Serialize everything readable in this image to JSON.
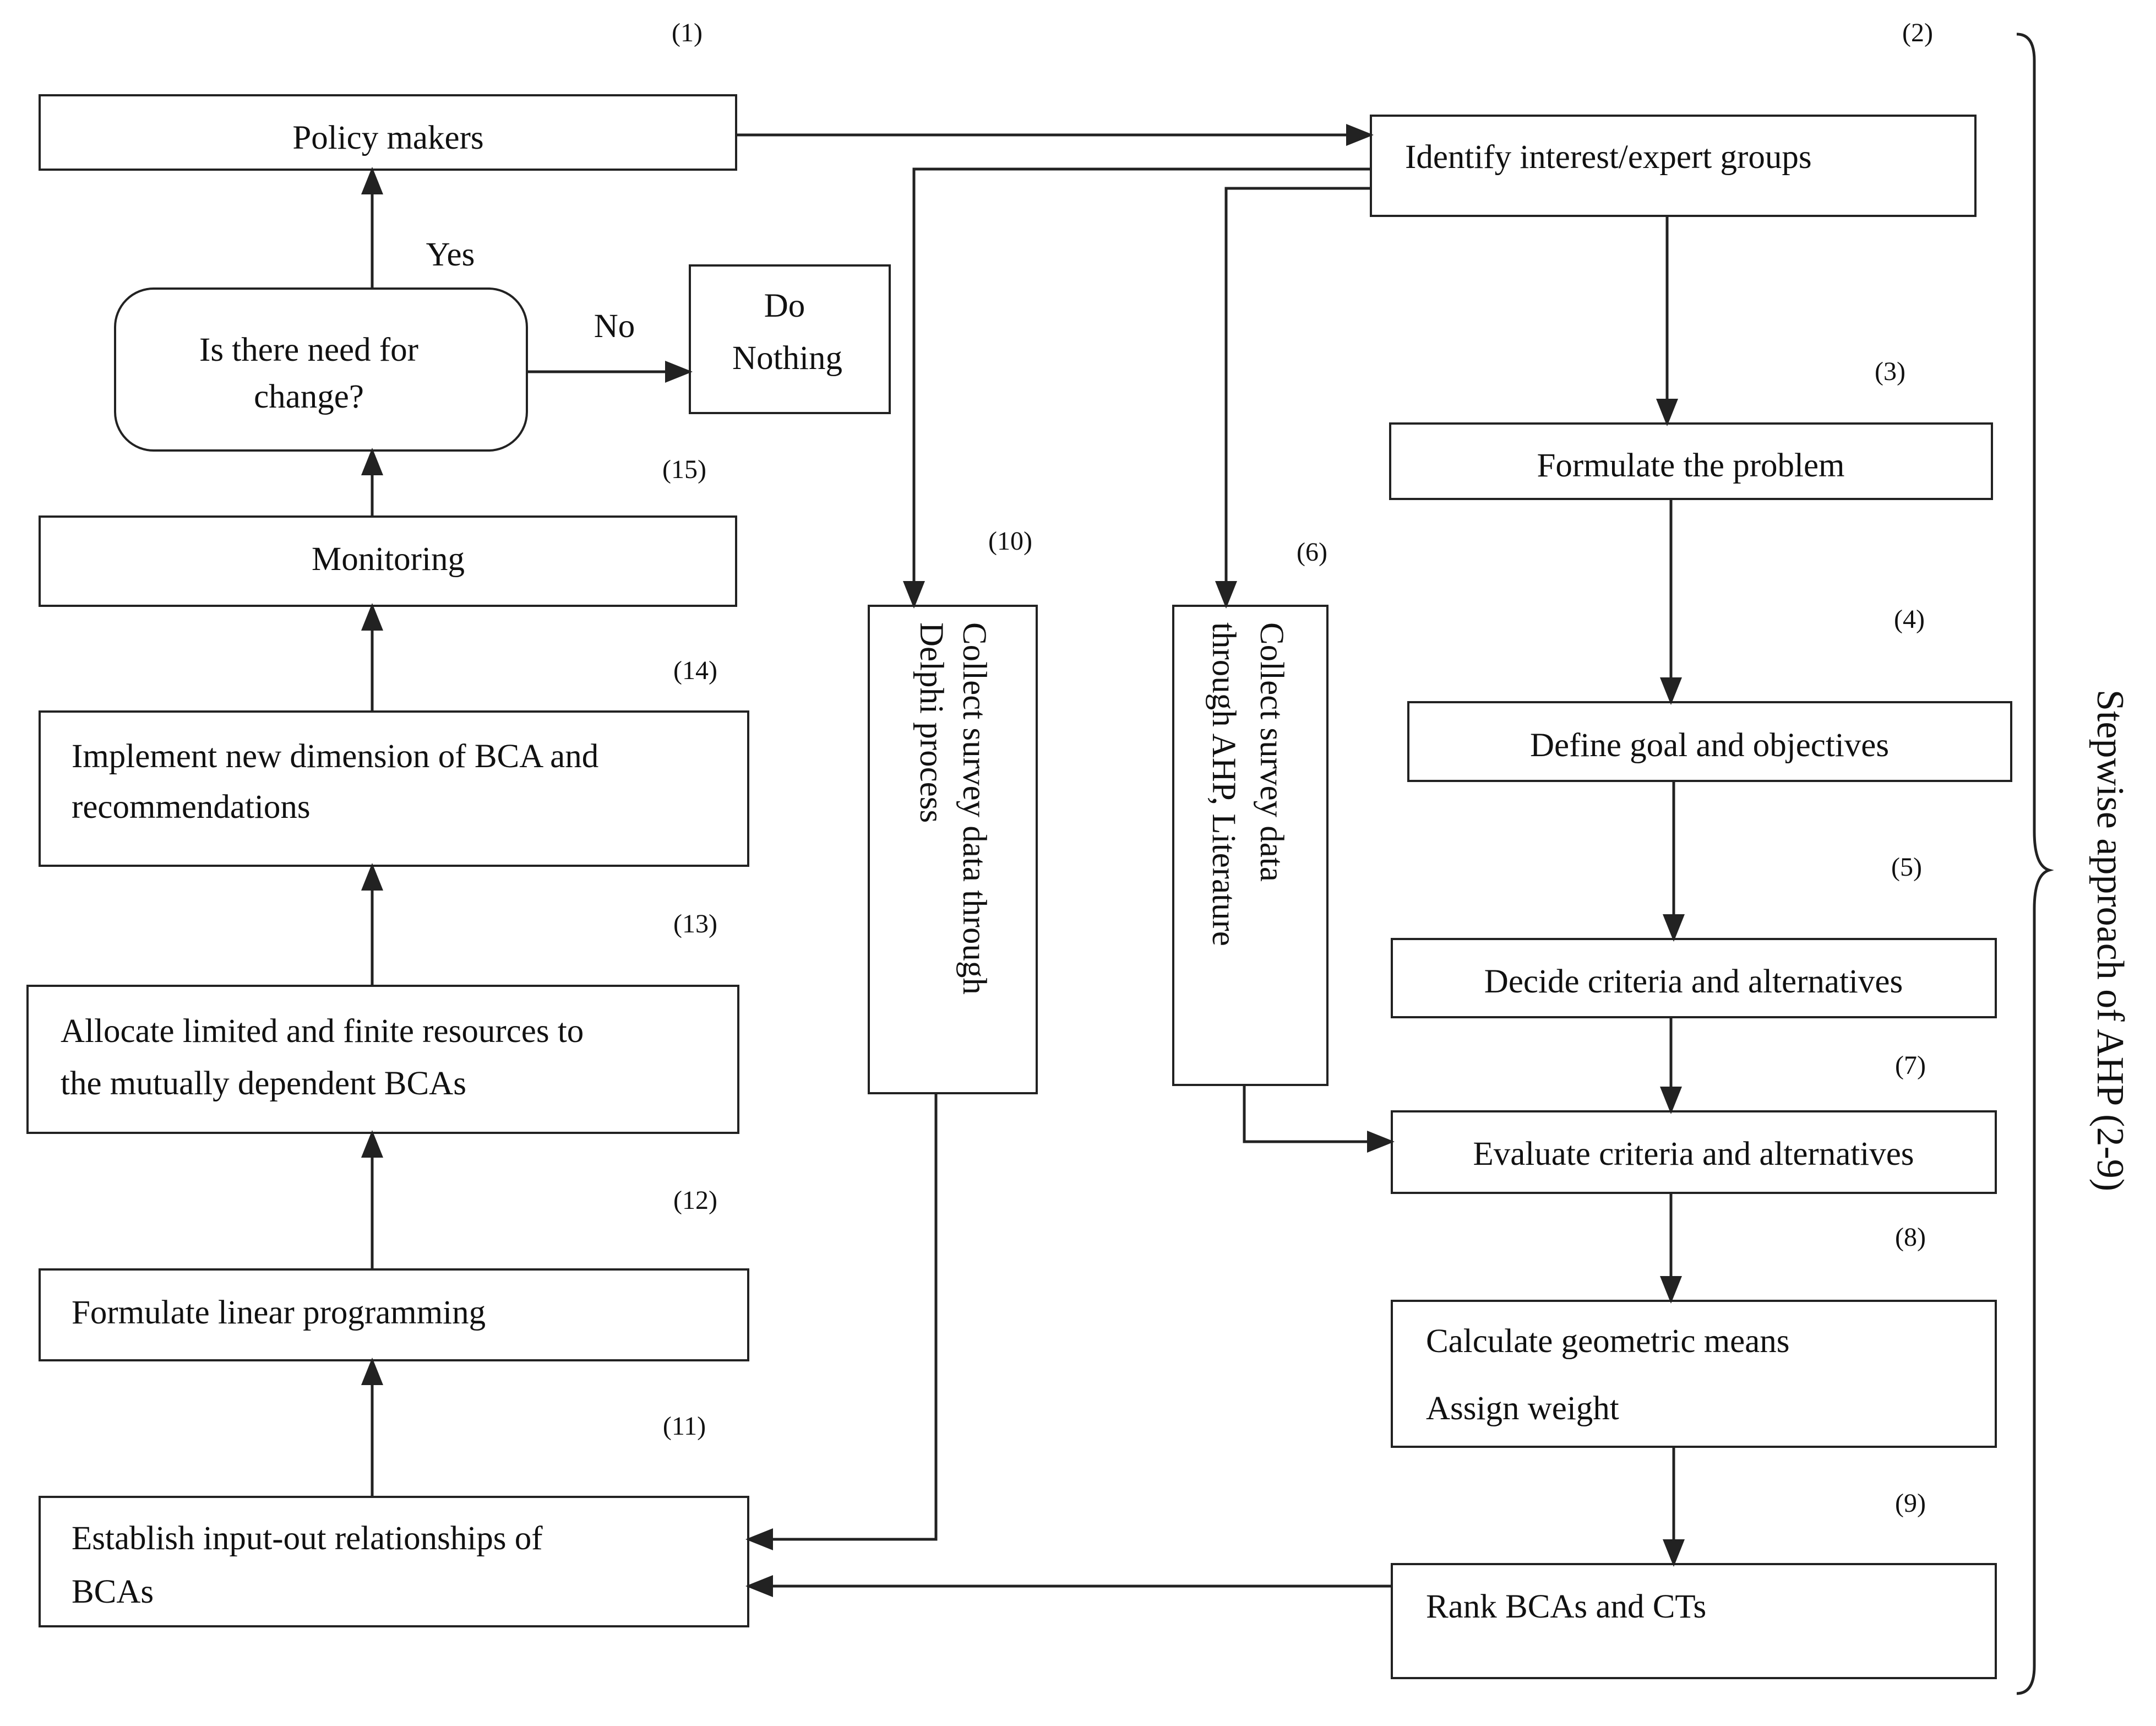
{
  "steps": {
    "s1": "Policy makers",
    "s2": "Identify interest/expert groups",
    "s3": "Formulate the problem",
    "s4": "Define goal and objectives",
    "s5": "Decide criteria and alternatives",
    "s6": [
      "Collect survey data",
      "through AHP, Literature"
    ],
    "s7": "Evaluate criteria and alternatives",
    "s8": [
      "Calculate geometric means",
      "Assign weight"
    ],
    "s9": "Rank BCAs and CTs",
    "s10": [
      "Collect survey data through",
      "Delphi process"
    ],
    "s11": [
      "Establish input-out relationships of",
      "BCAs"
    ],
    "s12": "Formulate linear programming",
    "s13": [
      "Allocate limited and finite resources to",
      "the mutually dependent BCAs"
    ],
    "s14": [
      "Implement new dimension of BCA and",
      "recommendations"
    ],
    "s15": "Monitoring"
  },
  "decision": {
    "question": [
      "Is there need for",
      "change?"
    ],
    "yes": "Yes",
    "no": "No",
    "no_outcome": [
      "Do",
      "Nothing"
    ]
  },
  "step_numbers": {
    "n1": "(1)",
    "n2": "(2)",
    "n3": "(3)",
    "n4": "(4)",
    "n5": "(5)",
    "n6": "(6)",
    "n7": "(7)",
    "n8": "(8)",
    "n9": "(9)",
    "n10": "(10)",
    "n11": "(11)",
    "n12": "(12)",
    "n13": "(13)",
    "n14": "(14)",
    "n15": "(15)"
  },
  "brace_label": "Stepwise approach of AHP (2-9)"
}
